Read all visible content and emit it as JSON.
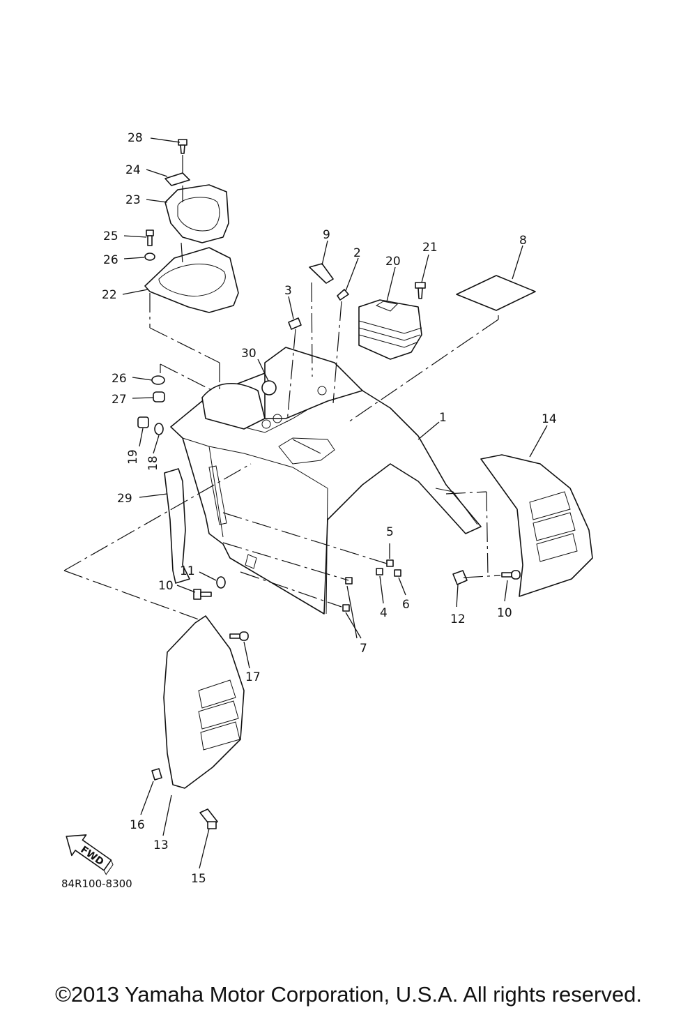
{
  "diagram": {
    "code": "84R100-8300",
    "fwd_label": "FWD",
    "part_numbers": [
      "1",
      "2",
      "3",
      "4",
      "5",
      "6",
      "7",
      "8",
      "9",
      "10",
      "10",
      "11",
      "12",
      "13",
      "14",
      "15",
      "16",
      "17",
      "18",
      "19",
      "20",
      "21",
      "22",
      "23",
      "24",
      "25",
      "26",
      "26",
      "27",
      "28",
      "29",
      "30"
    ]
  },
  "footer": {
    "copyright": "©2013 Yamaha Motor Corporation, U.S.A. All rights reserved."
  }
}
